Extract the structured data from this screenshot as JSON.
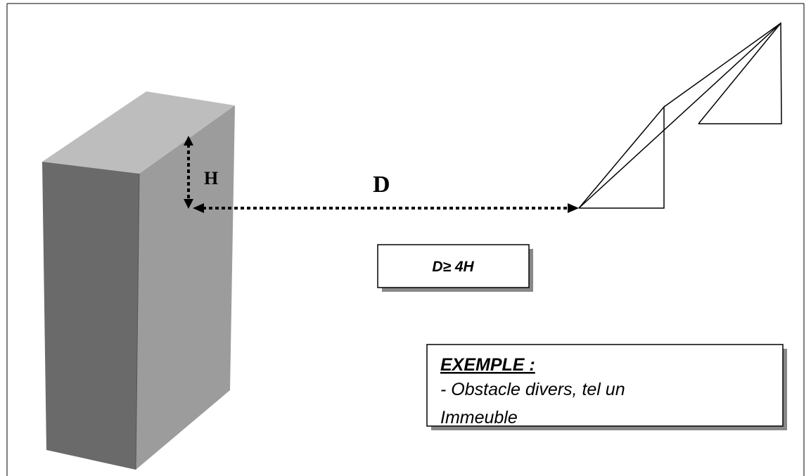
{
  "diagram": {
    "building_label_height": "H",
    "distance_label": "D",
    "rule_box": {
      "text": "D≥ 4H"
    },
    "example_box": {
      "title": "EXEMPLE :",
      "line1": "- Obstacle divers, tel un",
      "line2": "Immeuble"
    },
    "colors": {
      "building_front": "#6a6a6a",
      "building_side": "#9c9c9c",
      "building_top": "#bdbdbd",
      "line": "#000000",
      "shadow": "#888888"
    }
  }
}
